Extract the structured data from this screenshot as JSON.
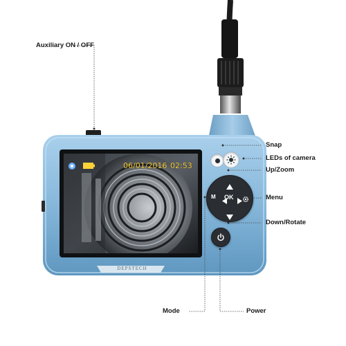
{
  "labels": {
    "auxiliary": "Auxiliary ON / OFF",
    "snap": "Snap",
    "leds": "LEDs of camera",
    "up_zoom": "Up/Zoom",
    "menu": "Menu",
    "down_rotate": "Down/Rotate",
    "mode": "Mode",
    "power": "Power"
  },
  "device": {
    "brand": "DEPSTECH",
    "ok_label": "OK",
    "mode_label": "M",
    "colors": {
      "body": "#8ab9da",
      "bezel": "#6a9dc2",
      "screen": "#1f2226"
    }
  },
  "screen": {
    "date": "06/01/2016",
    "time": "02:53",
    "icons": [
      "camera-mode-icon",
      "battery-icon"
    ]
  },
  "icons": {
    "snap": "snap-icon",
    "led": "led-sun-icon",
    "settings": "gear-icon",
    "power": "power-icon",
    "arrows": [
      "up-arrow-icon",
      "down-arrow-icon",
      "left-arrow-icon",
      "right-arrow-icon"
    ]
  }
}
